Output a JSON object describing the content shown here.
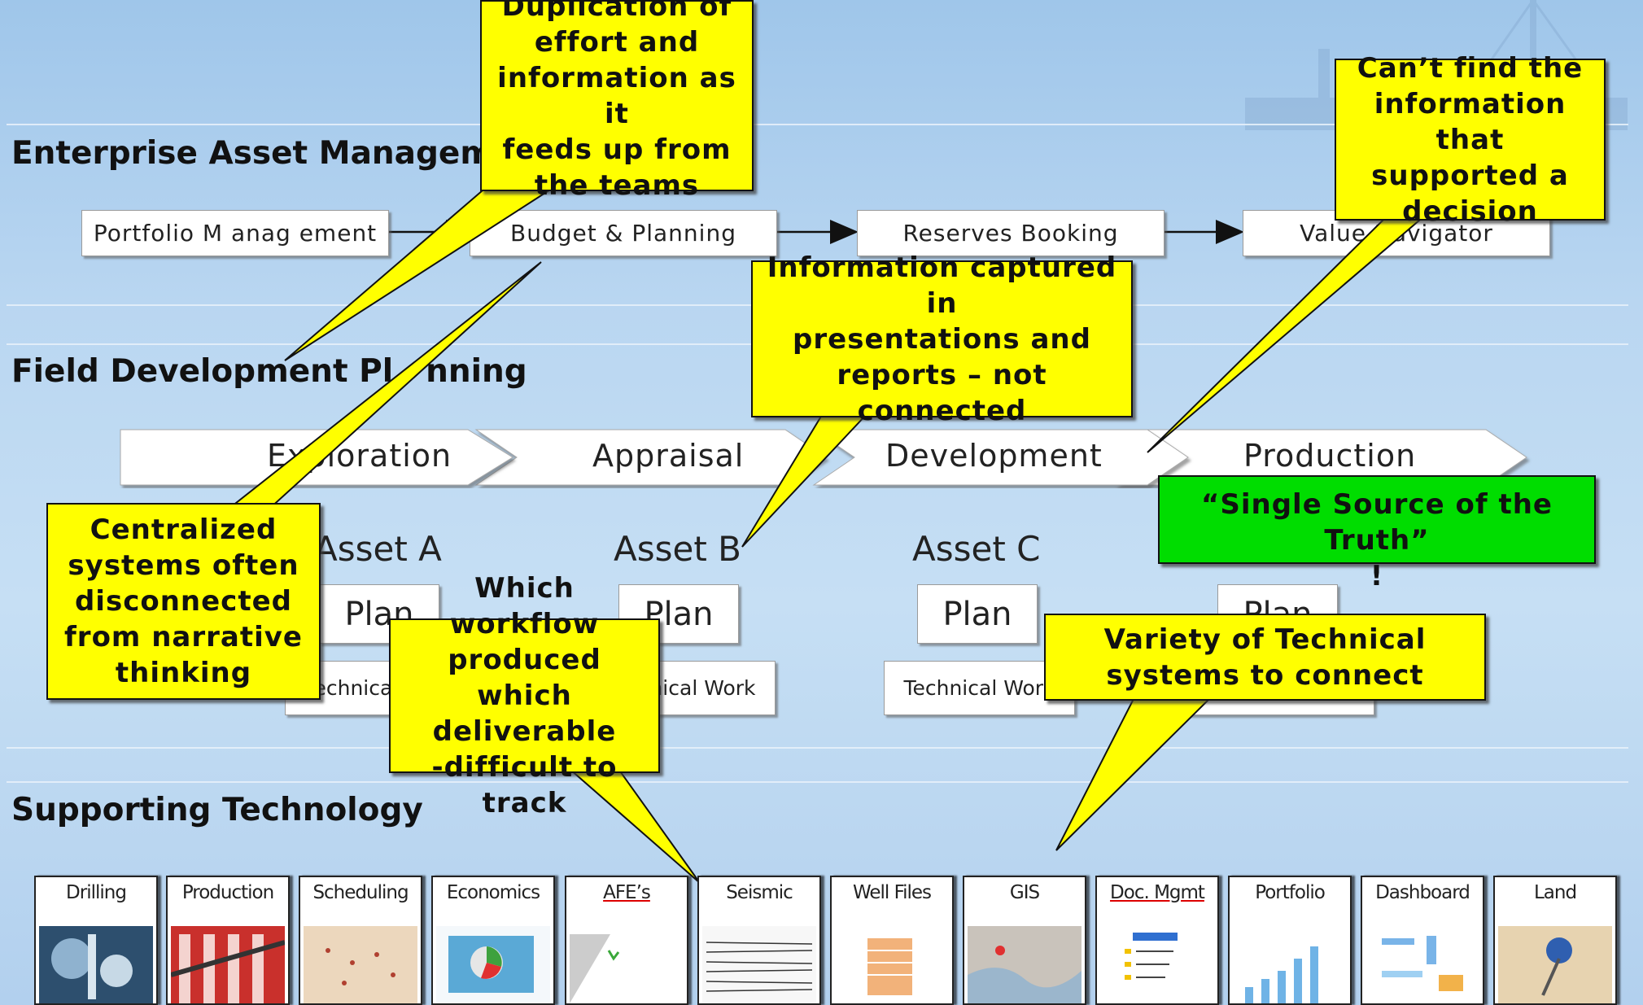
{
  "sections": {
    "enterprise": "Enterprise Asset Managem",
    "field": "Field Development Pl",
    "field_tail": "nning",
    "technology": "Supporting Technology"
  },
  "flow": [
    {
      "label": "Portfolio M anag ement"
    },
    {
      "label": "Budget &  Planning"
    },
    {
      "label": "Reserves Booking"
    },
    {
      "label": "Value Navigator"
    }
  ],
  "phases": [
    "Exploration",
    "Appraisal",
    "Development",
    "Production"
  ],
  "assets": [
    {
      "name": "Asset A",
      "plan": "Plan",
      "work": "Technical Work"
    },
    {
      "name": "Asset B",
      "plan": "Plan",
      "work": "Technical Work"
    },
    {
      "name": "Asset C",
      "plan": "Plan",
      "work": "Technical Work"
    },
    {
      "name": "",
      "plan": "Plan",
      "work": ""
    }
  ],
  "callouts": {
    "duplication": "Duplication of\neffort and\ninformation as it\nfeeds up from\nthe teams",
    "cant_find": "Can’t find the\ninformation that\nsupported a\ndecision",
    "captured": "Information captured in\npresentations and\nreports – not\nconnected",
    "centralized": "Centralized\nsystems often\ndisconnected\nfrom narrative\nthinking",
    "workflow": "Which workflow\nproduced which\ndeliverable\n-difficult to track",
    "variety": "Variety of Technical\nsystems to connect"
  },
  "single_source": {
    "line1": "“Single Source of the Truth”",
    "line2": "!"
  },
  "tech_tiles": [
    {
      "label": "Drilling"
    },
    {
      "label": "Production"
    },
    {
      "label": "Scheduling"
    },
    {
      "label": "Economics"
    },
    {
      "label": "AFE’s"
    },
    {
      "label": "Seismic"
    },
    {
      "label": "Well Files"
    },
    {
      "label": "GIS"
    },
    {
      "label": "Doc. Mgmt"
    },
    {
      "label": "Portfolio"
    },
    {
      "label": "Dashboard"
    },
    {
      "label": "Land"
    }
  ],
  "colors": {
    "callout": "#ffff00",
    "truth": "#00dd00",
    "background": "#b9d6f1"
  }
}
